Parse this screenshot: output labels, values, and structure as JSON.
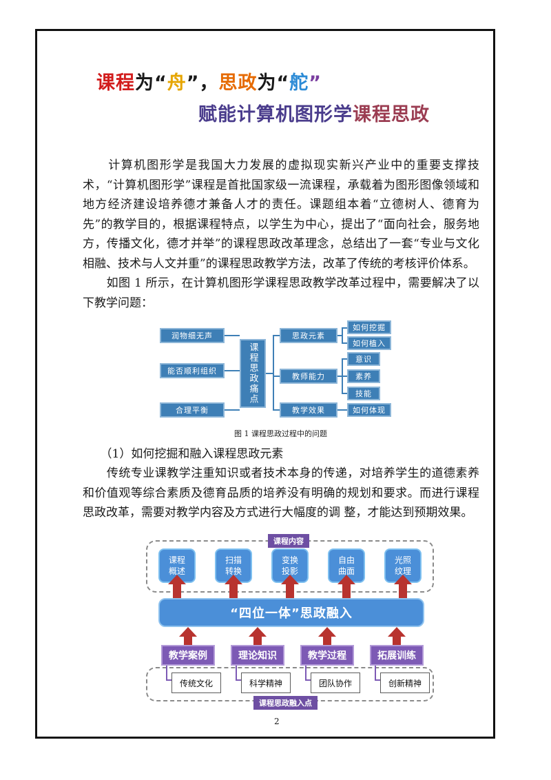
{
  "title": {
    "line1": [
      {
        "text": "课程",
        "color": "#d21d1d"
      },
      {
        "text": "为“",
        "color": "#1a1a1a"
      },
      {
        "text": "舟",
        "color": "#e6a500"
      },
      {
        "text": "”，",
        "color": "#1a1a1a"
      },
      {
        "text": "思政",
        "color": "#e66a00"
      },
      {
        "text": "为“",
        "color": "#1a1a1a"
      },
      {
        "text": "舵",
        "color": "#2c8bd6"
      },
      {
        "text": "”",
        "color": "#7a3ea0"
      }
    ],
    "line2_a": "赋能计算机图形学",
    "line2_b": "课程思政"
  },
  "paragraphs": {
    "p1": "　　计算机图形学是我国大力发展的虚拟现实新兴产业中的重要支撑技术，“计算机图形学”课程是首批国家级一流课程，承载着为图形图像领域和地方经济建设培养德才兼备人才的责任。课题组本着“立德树人、德育为先”的教学目的，根据课程特点，以学生为中心，提出了“面向社会，服务地方，传播文化，德才并举”的课程思政改革理念，总结出了一套“专业与文化相融、技术与人文并重”的课程思政教学方法，改革了传统的考核评价体系。",
    "p2": "　　如图 1 所示，在计算机图形学课程思政教学改革过程中，需要解决了以下教学问题：",
    "p3": "　　（1）如何挖掘和融入课程思政元素",
    "p4": "　　传统专业课教学注重知识或者技术本身的传递，对培养学生的道德素养和价值观等综合素质及德育品质的培养没有明确的规划和要求。而进行课程思政改革，需要对教学内容及方式进行大幅度的调 整，才能达到预期效果。"
  },
  "figure1": {
    "caption": "图 1 课程思政过程中的问题",
    "left": [
      "润物细无声",
      "能否顺利组织",
      "合理平衡"
    ],
    "center": "课程思政痛点",
    "middle": [
      "思政元素",
      "教师能力",
      "教学效果"
    ],
    "right": [
      "如何挖掘",
      "如何植入",
      "意识",
      "素养",
      "技能",
      "如何体现"
    ]
  },
  "figure2": {
    "top_label": "课程内容",
    "bottom_label": "课程思政融入点",
    "content_boxes": [
      "课程\n概述",
      "扫描\n转换",
      "变换\n投影",
      "自由\n曲面",
      "光照\n纹理"
    ],
    "banner": "“四位一体”思政融入",
    "methods": [
      "教学案例",
      "理论知识",
      "教学过程",
      "拓展训练"
    ],
    "values": [
      "传统文化",
      "科学精神",
      "团队协作",
      "创新精神"
    ]
  },
  "page_number": "2"
}
